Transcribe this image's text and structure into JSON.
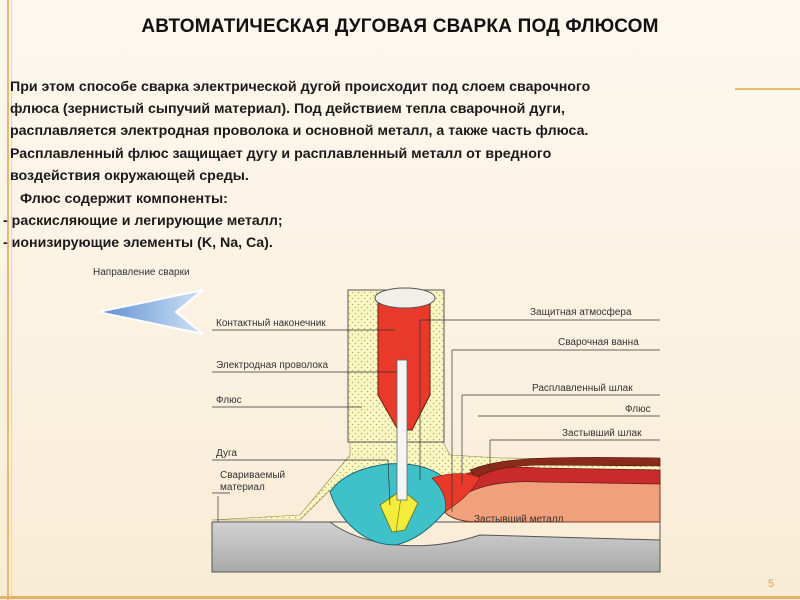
{
  "title": "АВТОМАТИЧЕСКАЯ ДУГОВАЯ СВАРКА ПОД ФЛЮСОМ",
  "paragraph_lines": [
    "При этом способе сварка электрической дугой происходит под слоем сварочного",
    "флюса (зернистый сыпучий материал). Под действием тепла сварочной дуги,",
    "расплавляется электродная проволока и основной металл, а также часть флюса.",
    "Расплавленный флюс защищает дугу и расплавленный металл от вредного",
    "воздействия окружающей среды."
  ],
  "components": {
    "heading": "Флюс содержит компоненты:",
    "items": [
      "- раскисляющие и легирующие металл;",
      "- ионизирующие элементы (K, Na, Ca)."
    ]
  },
  "diagram": {
    "direction_label": "Направление сварки",
    "left_labels": {
      "contact_tip": "Контактный наконечник",
      "electrode_wire": "Электродная проволока",
      "flux": "Флюс",
      "arc": "Дуга",
      "base_material_1": "Свариваемый",
      "base_material_2": "материал"
    },
    "right_labels": {
      "protective_atmosphere": "Защитная атмосфера",
      "weld_pool": "Сварочная ванна",
      "molten_slag": "Расплавленный шлак",
      "flux": "Флюс",
      "solid_slag": "Застывший шлак",
      "solid_metal": "Застывший металл"
    },
    "colors": {
      "tip_red": "#e8392a",
      "flux_yellow": "#fbf7c4",
      "pool_cyan": "#3fc1c9",
      "arc_yellow": "#f4ec3a",
      "metal_grey": "#bdbdbd",
      "solid_metal_orange": "#f0a07a",
      "arrow_blue": "#7fb0e0"
    }
  },
  "page_number": "5"
}
